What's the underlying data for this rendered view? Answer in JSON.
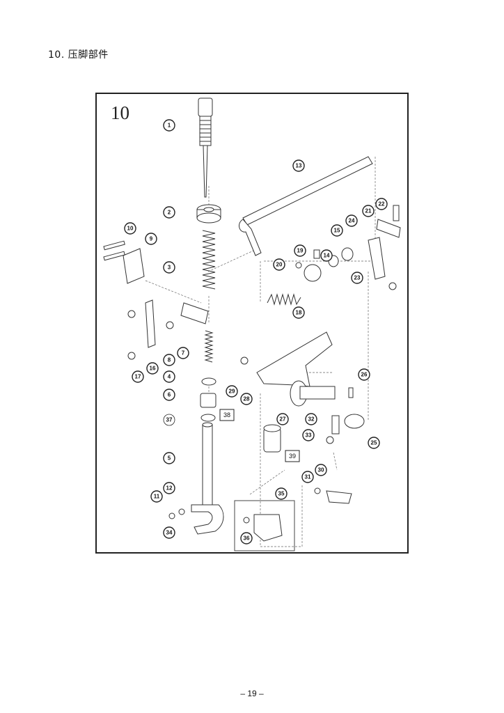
{
  "heading": "10. 压脚部件",
  "figure": {
    "number": "10",
    "callouts": [
      "1",
      "2",
      "3",
      "4",
      "5",
      "6",
      "7",
      "8",
      "9",
      "10",
      "11",
      "12",
      "13",
      "14",
      "15",
      "16",
      "17",
      "18",
      "19",
      "20",
      "21",
      "22",
      "23",
      "24",
      "25",
      "26",
      "27",
      "28",
      "29",
      "30",
      "31",
      "32",
      "33",
      "34",
      "35",
      "36"
    ],
    "boxed_callouts": [
      "38",
      "39"
    ],
    "ring_callouts": [
      "37"
    ]
  },
  "page_number": "– 19 –"
}
